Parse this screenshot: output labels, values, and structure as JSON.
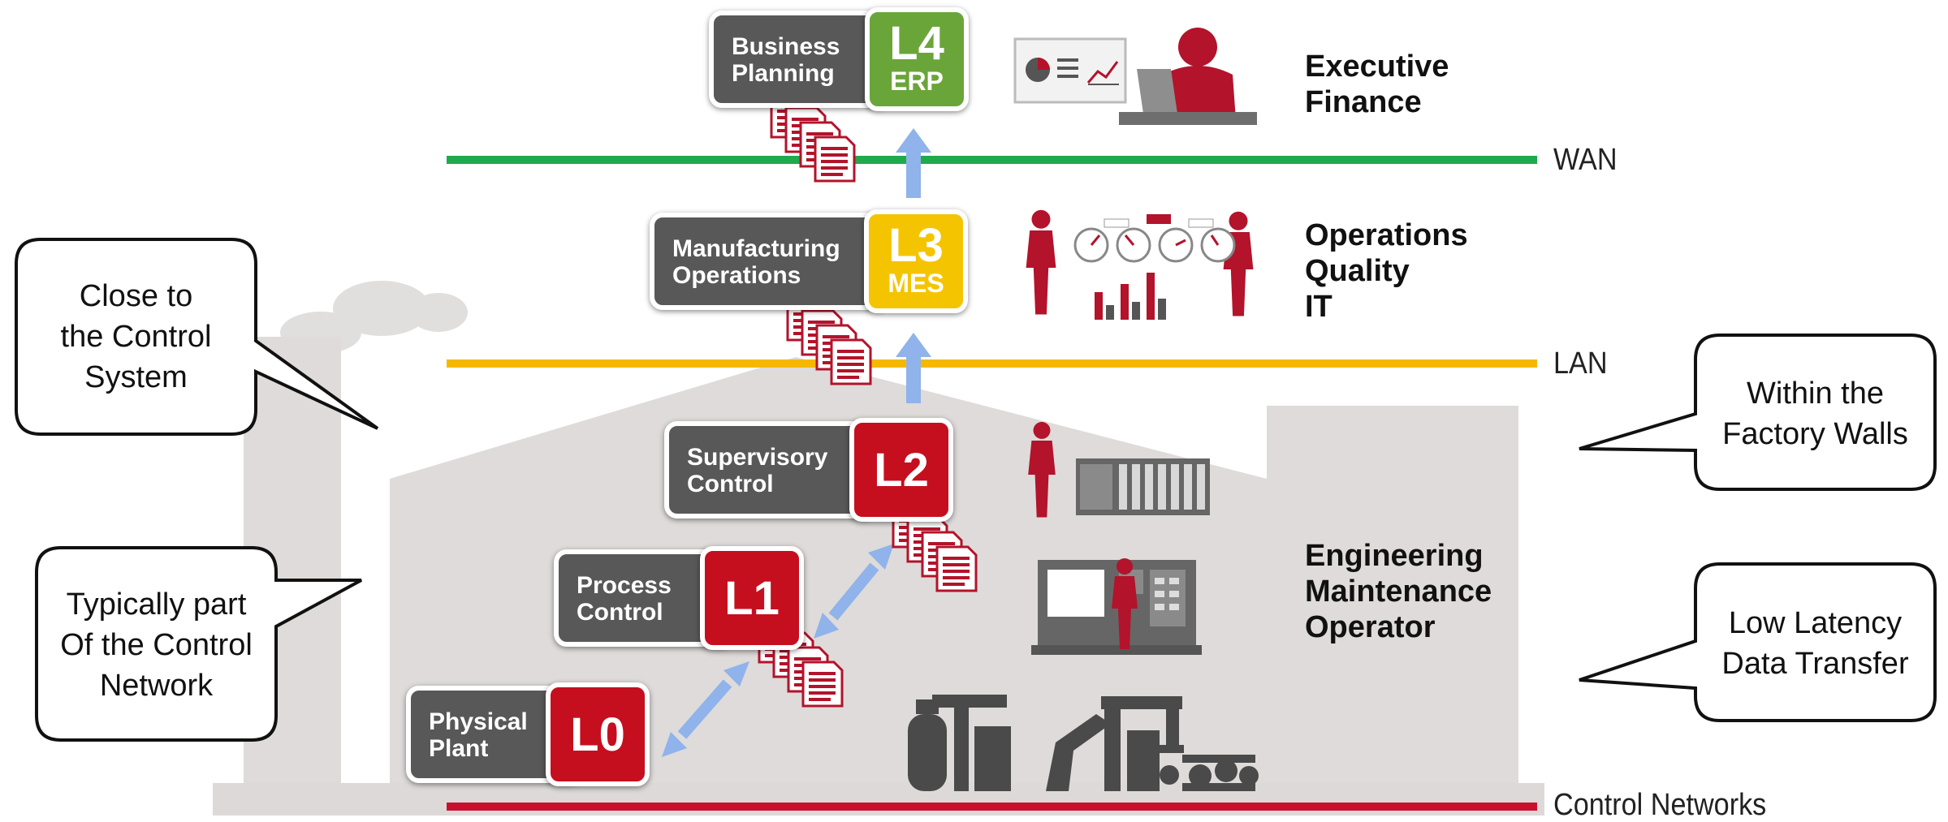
{
  "levels": {
    "l4": {
      "name": "Business\nPlanning",
      "code": "L4",
      "system": "ERP",
      "color": "#6aa53a"
    },
    "l3": {
      "name": "Manufacturing\nOperations",
      "code": "L3",
      "system": "MES",
      "color": "#f5c400"
    },
    "l2": {
      "name": "Supervisory\nControl",
      "code": "L2",
      "system": "",
      "color": "#c50f1f"
    },
    "l1": {
      "name": "Process\nControl",
      "code": "L1",
      "system": "",
      "color": "#c50f1f"
    },
    "l0": {
      "name": "Physical\nPlant",
      "code": "L0",
      "system": "",
      "color": "#c50f1f"
    }
  },
  "roles": {
    "top": [
      "Executive",
      "Finance"
    ],
    "middle": [
      "Operations",
      "Quality",
      "IT"
    ],
    "bottom": [
      "Engineering",
      "Maintenance",
      "Operator"
    ]
  },
  "networks": {
    "wan": {
      "label": "WAN",
      "color": "#1faa4b"
    },
    "lan": {
      "label": "LAN",
      "color": "#f5b800"
    },
    "control": {
      "label": "Control Networks",
      "color": "#c8102e"
    }
  },
  "callouts": {
    "close": [
      "Close to",
      "the Control",
      "System"
    ],
    "typical": [
      "Typically part",
      "Of the Control",
      "Network"
    ],
    "within": [
      "Within the",
      "Factory Walls"
    ],
    "latency": [
      "Low Latency",
      "Data Transfer"
    ]
  },
  "colors": {
    "building": "#dedbda",
    "box_gray": "#585858",
    "arrow_blue": "#8fb3ea",
    "icon_red": "#b3132b",
    "doc_red": "#b3132b"
  },
  "icons": [
    "document-stack-icon",
    "executive-desk-icon",
    "dashboard-analytics-icon",
    "plc-rack-icon",
    "cnc-machine-icon",
    "factory-machinery-icon",
    "smoke-cloud-icon"
  ]
}
